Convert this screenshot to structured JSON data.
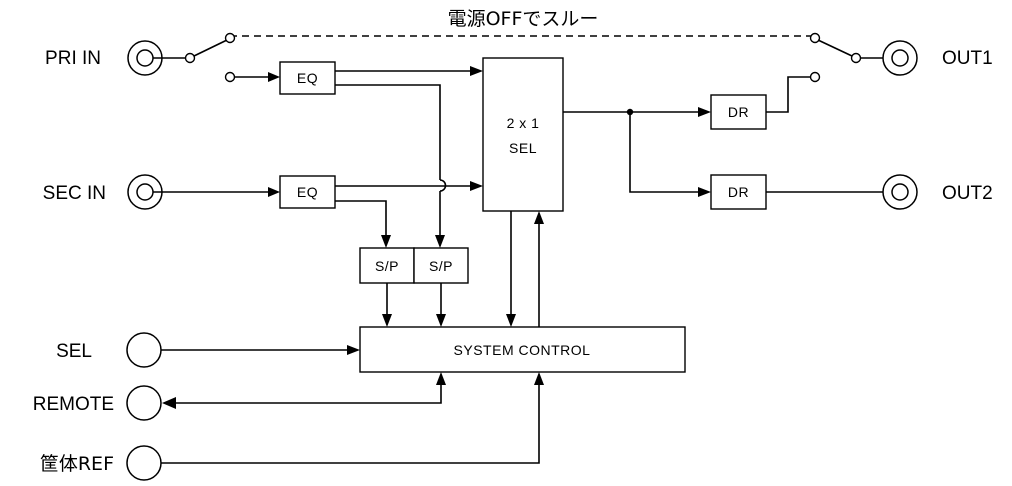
{
  "caption": "電源OFFでスルー",
  "ports": {
    "pri_in": "PRI IN",
    "sec_in": "SEC IN",
    "sel": "SEL",
    "remote": "REMOTE",
    "housing_ref": "筐体REF",
    "out1": "OUT1",
    "out2": "OUT2"
  },
  "blocks": {
    "eq_pri": "EQ",
    "eq_sec": "EQ",
    "sp_1": "S/P",
    "sp_2": "S/P",
    "sel_line1": "2 x 1",
    "sel_line2": "SEL",
    "dr_1": "DR",
    "dr_2": "DR",
    "system_control": "SYSTEM CONTROL"
  }
}
